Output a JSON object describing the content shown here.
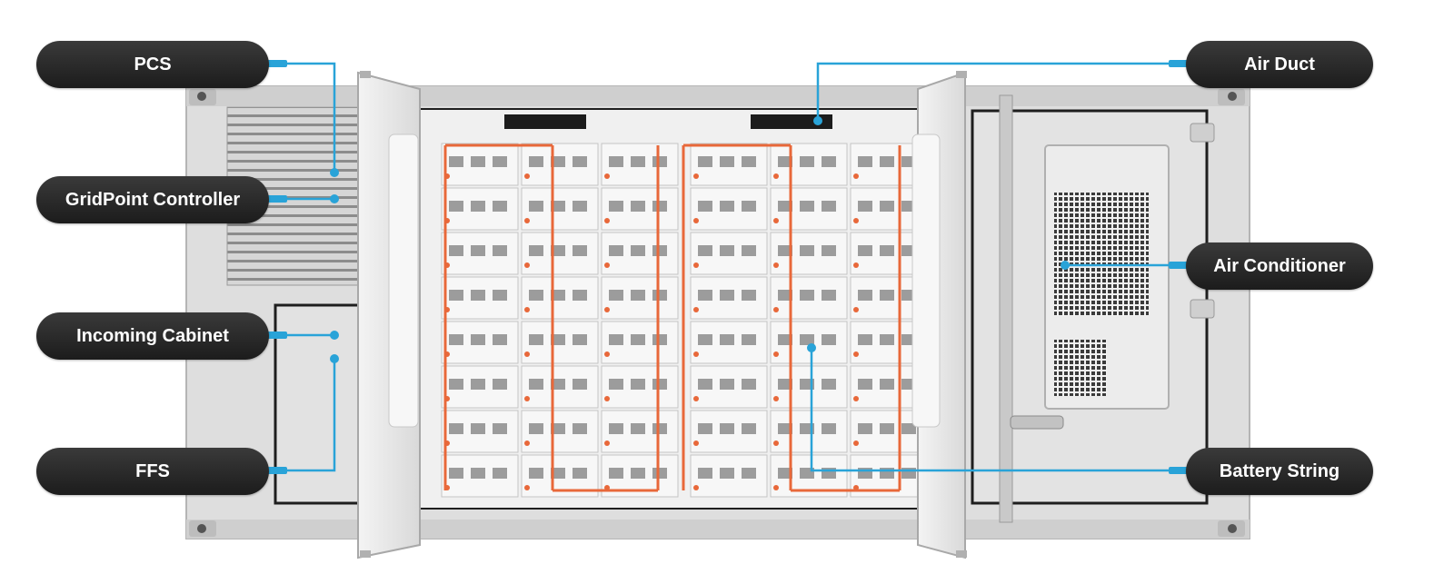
{
  "labels": {
    "pcs": "PCS",
    "gridpoint_controller": "GridPoint Controller",
    "incoming_cabinet": "Incoming Cabinet",
    "ffs": "FFS",
    "air_duct": "Air Duct",
    "air_conditioner": "Air Conditioner",
    "battery_string": "Battery String"
  },
  "colors": {
    "callout_line": "#29a3d8",
    "label_bg": "#262626",
    "label_text": "#ffffff",
    "container_body": "#dcdcdc",
    "cable_orange": "#e8683a"
  }
}
